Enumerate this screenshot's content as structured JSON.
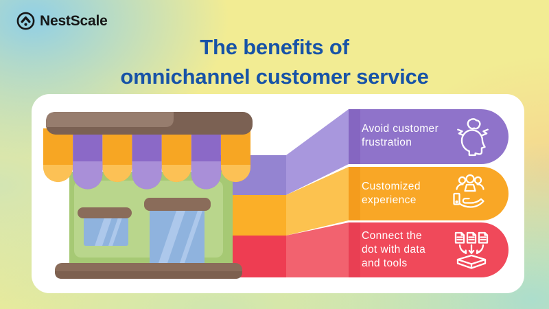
{
  "brand": {
    "name": "NestScale",
    "logo_icon": "chevron-up-dot-in-circle"
  },
  "title": {
    "line1": "The benefits of",
    "line2": "omnichannel customer service",
    "color": "#1753a7"
  },
  "card": {
    "background": "#ffffff"
  },
  "benefits": [
    {
      "id": "avoid-customer-frustration",
      "lines": [
        "Avoid customer",
        "frustration"
      ],
      "icon": "frustrated-person-icon",
      "colors": {
        "pill": "#8f73ca",
        "diagonal": "#a897dd",
        "stacked": "#9484d1",
        "strip": "#8566c1"
      }
    },
    {
      "id": "customized-experience",
      "lines": [
        "Customized",
        "experience"
      ],
      "icon": "people-in-hand-icon",
      "colors": {
        "pill": "#f9a726",
        "diagonal": "#fcc24f",
        "stacked": "#fbaf28",
        "strip": "#f49c1d"
      }
    },
    {
      "id": "connect-data-tools",
      "lines": [
        "Connect the",
        "dot with data",
        "and tools"
      ],
      "icon": "documents-to-box-icon",
      "colors": {
        "pill": "#f0495a",
        "diagonal": "#f2626f",
        "stacked": "#ee3d52",
        "strip": "#e93f53"
      }
    }
  ],
  "illustration": {
    "name": "storefront",
    "colors": {
      "roof_dark": "#7b6153",
      "roof_light": "#977d6e",
      "awning_orange": "#f7a623",
      "awning_orange_light": "#fcc155",
      "awning_purple": "#8b69c7",
      "awning_purple_light": "#a98fd8",
      "facade": "#a6c974",
      "facade_light": "#b9d68c",
      "wood": "#8a6c5a",
      "wood_dark": "#7d604f",
      "glass": "#8fb3de",
      "glass_light": "#adc8eb"
    }
  },
  "background": {
    "base": "#f2ec93",
    "top_left_blue": "#8cceea",
    "bottom_right_cyan": "#a0dbd6",
    "right_peach": "#f8c48c",
    "bottom_green": "#c4e4b9"
  }
}
